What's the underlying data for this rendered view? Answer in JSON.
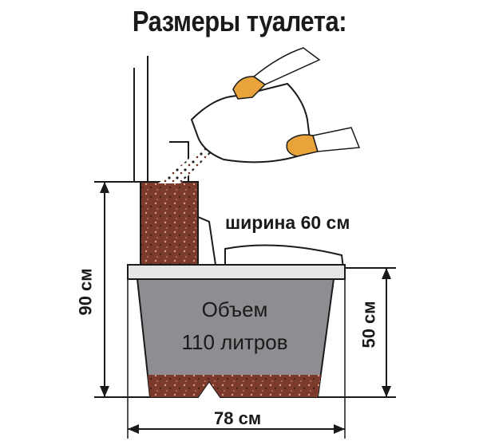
{
  "title": "Размеры туалета:",
  "labels": {
    "width": "ширина 60 см",
    "volume_line1": "Объем",
    "volume_line2": "110 литров",
    "dim_bottom": "78 см",
    "dim_left": "90 см",
    "dim_right": "50 см"
  },
  "colors": {
    "tank_fill": "#8e8e92",
    "peat_fill": "#7a3a2c",
    "outline": "#1a1a1a",
    "glove": "#e8a43a"
  }
}
